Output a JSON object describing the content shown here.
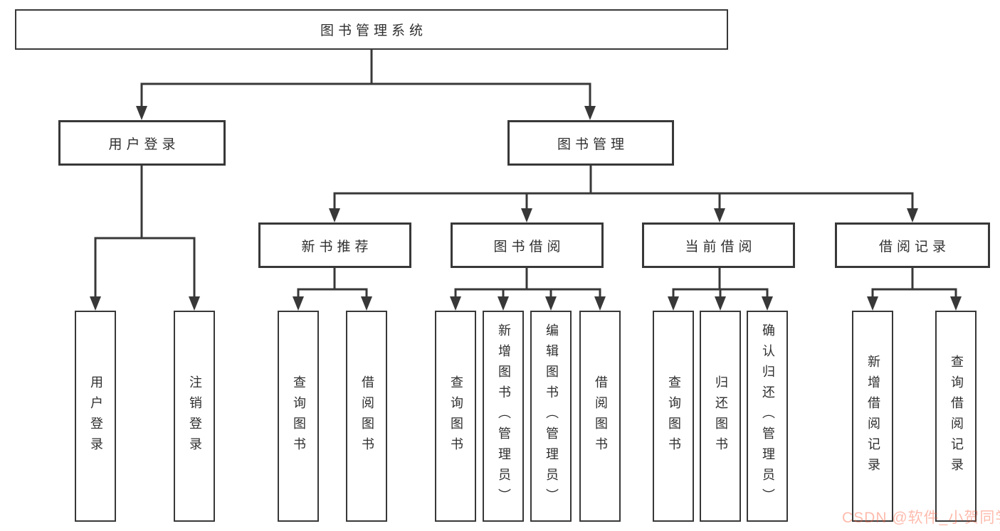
{
  "tree": {
    "root": {
      "label": "图书管理系统"
    },
    "level2": [
      {
        "id": "user-login",
        "label": "用户登录"
      },
      {
        "id": "book-management",
        "label": "图书管理"
      }
    ],
    "level3": [
      {
        "id": "new-book-recommend",
        "label": "新书推荐",
        "parent": "图书管理"
      },
      {
        "id": "book-borrowing",
        "label": "图书借阅",
        "parent": "图书管理"
      },
      {
        "id": "current-borrowing",
        "label": "当前借阅",
        "parent": "图书管理"
      },
      {
        "id": "borrowing-records",
        "label": "借阅记录",
        "parent": "图书管理"
      }
    ],
    "leaves": [
      {
        "id": "leaf-user-login",
        "label": "用户登录",
        "parent": "用户登录"
      },
      {
        "id": "leaf-logout",
        "label": "注销登录",
        "parent": "用户登录"
      },
      {
        "id": "leaf-query-books-1",
        "label": "查询图书",
        "parent": "新书推荐"
      },
      {
        "id": "leaf-borrow-books-1",
        "label": "借阅图书",
        "parent": "新书推荐"
      },
      {
        "id": "leaf-query-books-2",
        "label": "查询图书",
        "parent": "图书借阅"
      },
      {
        "id": "leaf-add-books",
        "label": "新增图书（管理员）",
        "parent": "图书借阅"
      },
      {
        "id": "leaf-edit-books",
        "label": "编辑图书（管理员）",
        "parent": "图书借阅"
      },
      {
        "id": "leaf-borrow-books-2",
        "label": "借阅图书",
        "parent": "图书借阅"
      },
      {
        "id": "leaf-query-books-3",
        "label": "查询图书",
        "parent": "当前借阅"
      },
      {
        "id": "leaf-return-books",
        "label": "归还图书",
        "parent": "当前借阅"
      },
      {
        "id": "leaf-confirm-return",
        "label": "确认归还（管理员）",
        "parent": "当前借阅"
      },
      {
        "id": "leaf-add-borrow-record",
        "label": "新增借阅记录",
        "parent": "借阅记录"
      },
      {
        "id": "leaf-query-borrow-record",
        "label": "查询借阅记录",
        "parent": "借阅记录"
      }
    ]
  },
  "watermark": {
    "text": "CSDN @软件_小贺同学"
  },
  "colors": {
    "line": "#383838",
    "text": "#2f2f2f",
    "background": "#ffffff",
    "watermark": "#fc5531"
  }
}
